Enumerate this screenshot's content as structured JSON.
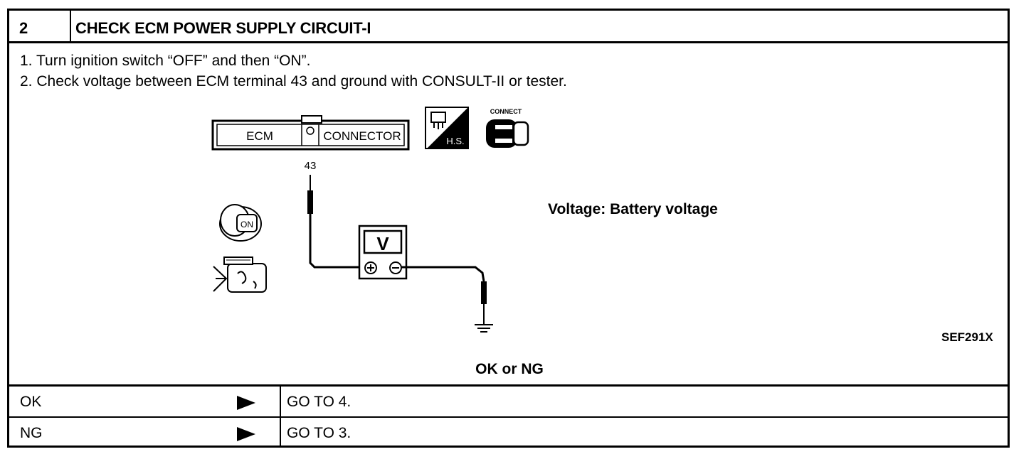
{
  "step": {
    "number": "2",
    "title": "CHECK ECM POWER SUPPLY CIRCUIT-I"
  },
  "instructions": [
    "1. Turn ignition switch “OFF” and then “ON”.",
    "2. Check voltage between ECM terminal 43 and ground with CONSULT-II or tester."
  ],
  "diagram": {
    "connector_left": "ECM",
    "connector_right": "CONNECTOR",
    "terminal": "43",
    "hs_label": "H.S.",
    "connect_label": "CONNECT",
    "key_label": "ON",
    "meter_label": "V",
    "voltage_spec": "Voltage: Battery voltage",
    "figure_ref": "SEF291X",
    "icons": [
      "harness-side-icon",
      "connect-connector-icon",
      "ignition-key-on-icon",
      "engine-icon",
      "voltmeter-icon",
      "ground-icon"
    ]
  },
  "question": "OK or NG",
  "results": [
    {
      "label": "OK",
      "action": "GO TO 4."
    },
    {
      "label": "NG",
      "action": "GO TO 3."
    }
  ]
}
